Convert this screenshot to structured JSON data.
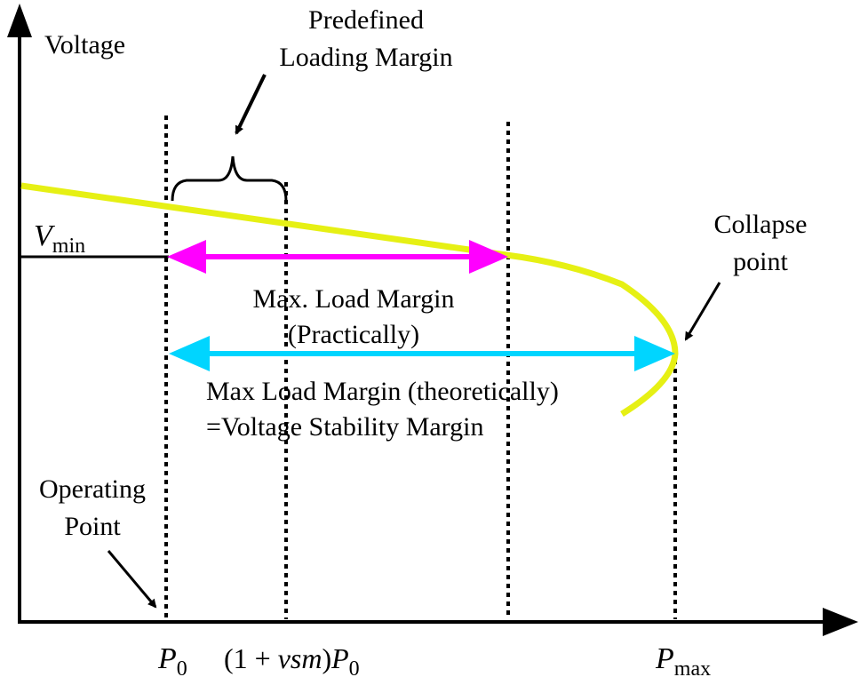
{
  "diagram": {
    "axes": {
      "y_label": "Voltage"
    },
    "colors": {
      "curve": "#e6f014",
      "practical_margin_arrow": "#ff00ff",
      "theoretical_margin_arrow": "#00d5ff",
      "ink": "#000000"
    },
    "labels": {
      "vmin_symbol": "V",
      "vmin_sub": "min",
      "predefined_margin_line1": "Predefined",
      "predefined_margin_line2": "Loading Margin",
      "collapse_line1": "Collapse",
      "collapse_line2": "point",
      "practical_line1": "Max. Load Margin",
      "practical_line2": "(Practically)",
      "theoretical_line1": "Max Load Margin (theoretically)",
      "theoretical_line2": "=Voltage Stability Margin",
      "operating_line1": "Operating",
      "operating_line2": "Point"
    },
    "x_ticks": {
      "p0_symbol": "P",
      "p0_sub": "0",
      "vsm_prefix": "(1 + ",
      "vsm_var": "vsm",
      "vsm_suffix": ")",
      "vsm_p": "P",
      "vsm_sub": "0",
      "pmax_symbol": "P",
      "pmax_sub": "max"
    }
  }
}
